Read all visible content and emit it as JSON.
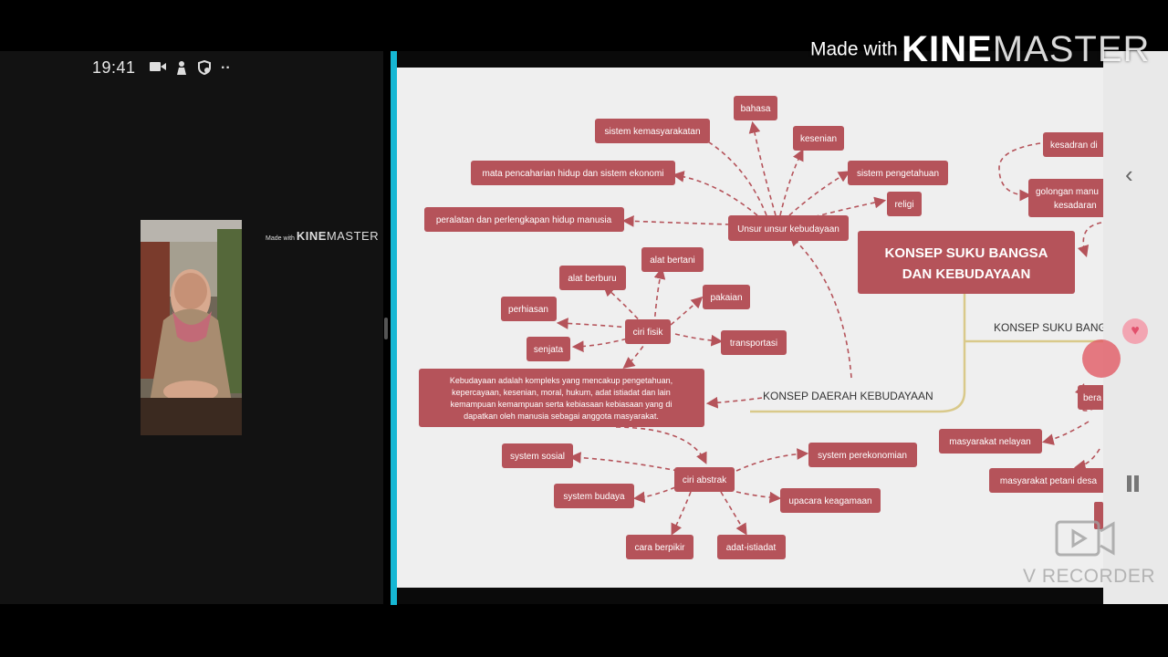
{
  "status_bar": {
    "time": "19:41",
    "more": "··"
  },
  "watermark_small": {
    "made_with": "Made with",
    "brand_bold": "KINE",
    "brand_light": "MASTER"
  },
  "watermark_large": {
    "made_with": "Made with",
    "brand_bold": "KINE",
    "brand_light": "MASTER"
  },
  "recorder": {
    "label": "V RECORDER"
  },
  "mindmap": {
    "node_color": "#b5535a",
    "line_color": "#d9c98a",
    "main_title_line1": "KONSEP SUKU BANGSA",
    "main_title_line2": "DAN KEBUDAYAAN",
    "branch_right": "KONSEP SUKU BANG",
    "branch_left": "KONSEP DAERAH KEBUDAYAAN",
    "unsur": "Unsur unsur kebudayaan",
    "bahasa": "bahasa",
    "sistem_kemasyarakatan": "sistem kemasyarakatan",
    "kesenian": "kesenian",
    "mata_pencaharian": "mata pencaharian hidup dan sistem ekonomi",
    "sistem_pengetahuan": "sistem pengetahuan",
    "religi": "religi",
    "peralatan": "peralatan dan perlengkapan hidup manusia",
    "ciri_fisik": "ciri fisik",
    "alat_bertani": "alat bertani",
    "alat_berburu": "alat berburu",
    "pakaian": "pakaian",
    "perhiasan": "perhiasan",
    "senjata": "senjata",
    "transportasi": "transportasi",
    "def_line1": "Kebudayaan adalah kompleks yang mencakup pengetahuan,",
    "def_line2": "kepercayaan, kesenian, moral, hukum, adat istiadat dan lain",
    "def_line3": "kemampuan kemampuan serta kebiasaan kebiasaan yang di",
    "def_line4": "dapatkan oleh manusia sebagai anggota masyarakat.",
    "ciri_abstrak": "ciri abstrak",
    "system_sosial": "system sosial",
    "system_perekonomian": "system perekonomian",
    "system_budaya": "system budaya",
    "upacara_keagamaan": "upacara keagamaan",
    "cara_berpikir": "cara berpikir",
    "adat_istiadat": "adat-istiadat",
    "kesadaran_di": "kesadran di",
    "golongan_line1": "golongan manu",
    "golongan_line2": "kesadaran",
    "bera": "bera",
    "masyarakat_nelayan": "masyarakat nelayan",
    "masyarakat_petani": "masyarakat petani desa"
  }
}
